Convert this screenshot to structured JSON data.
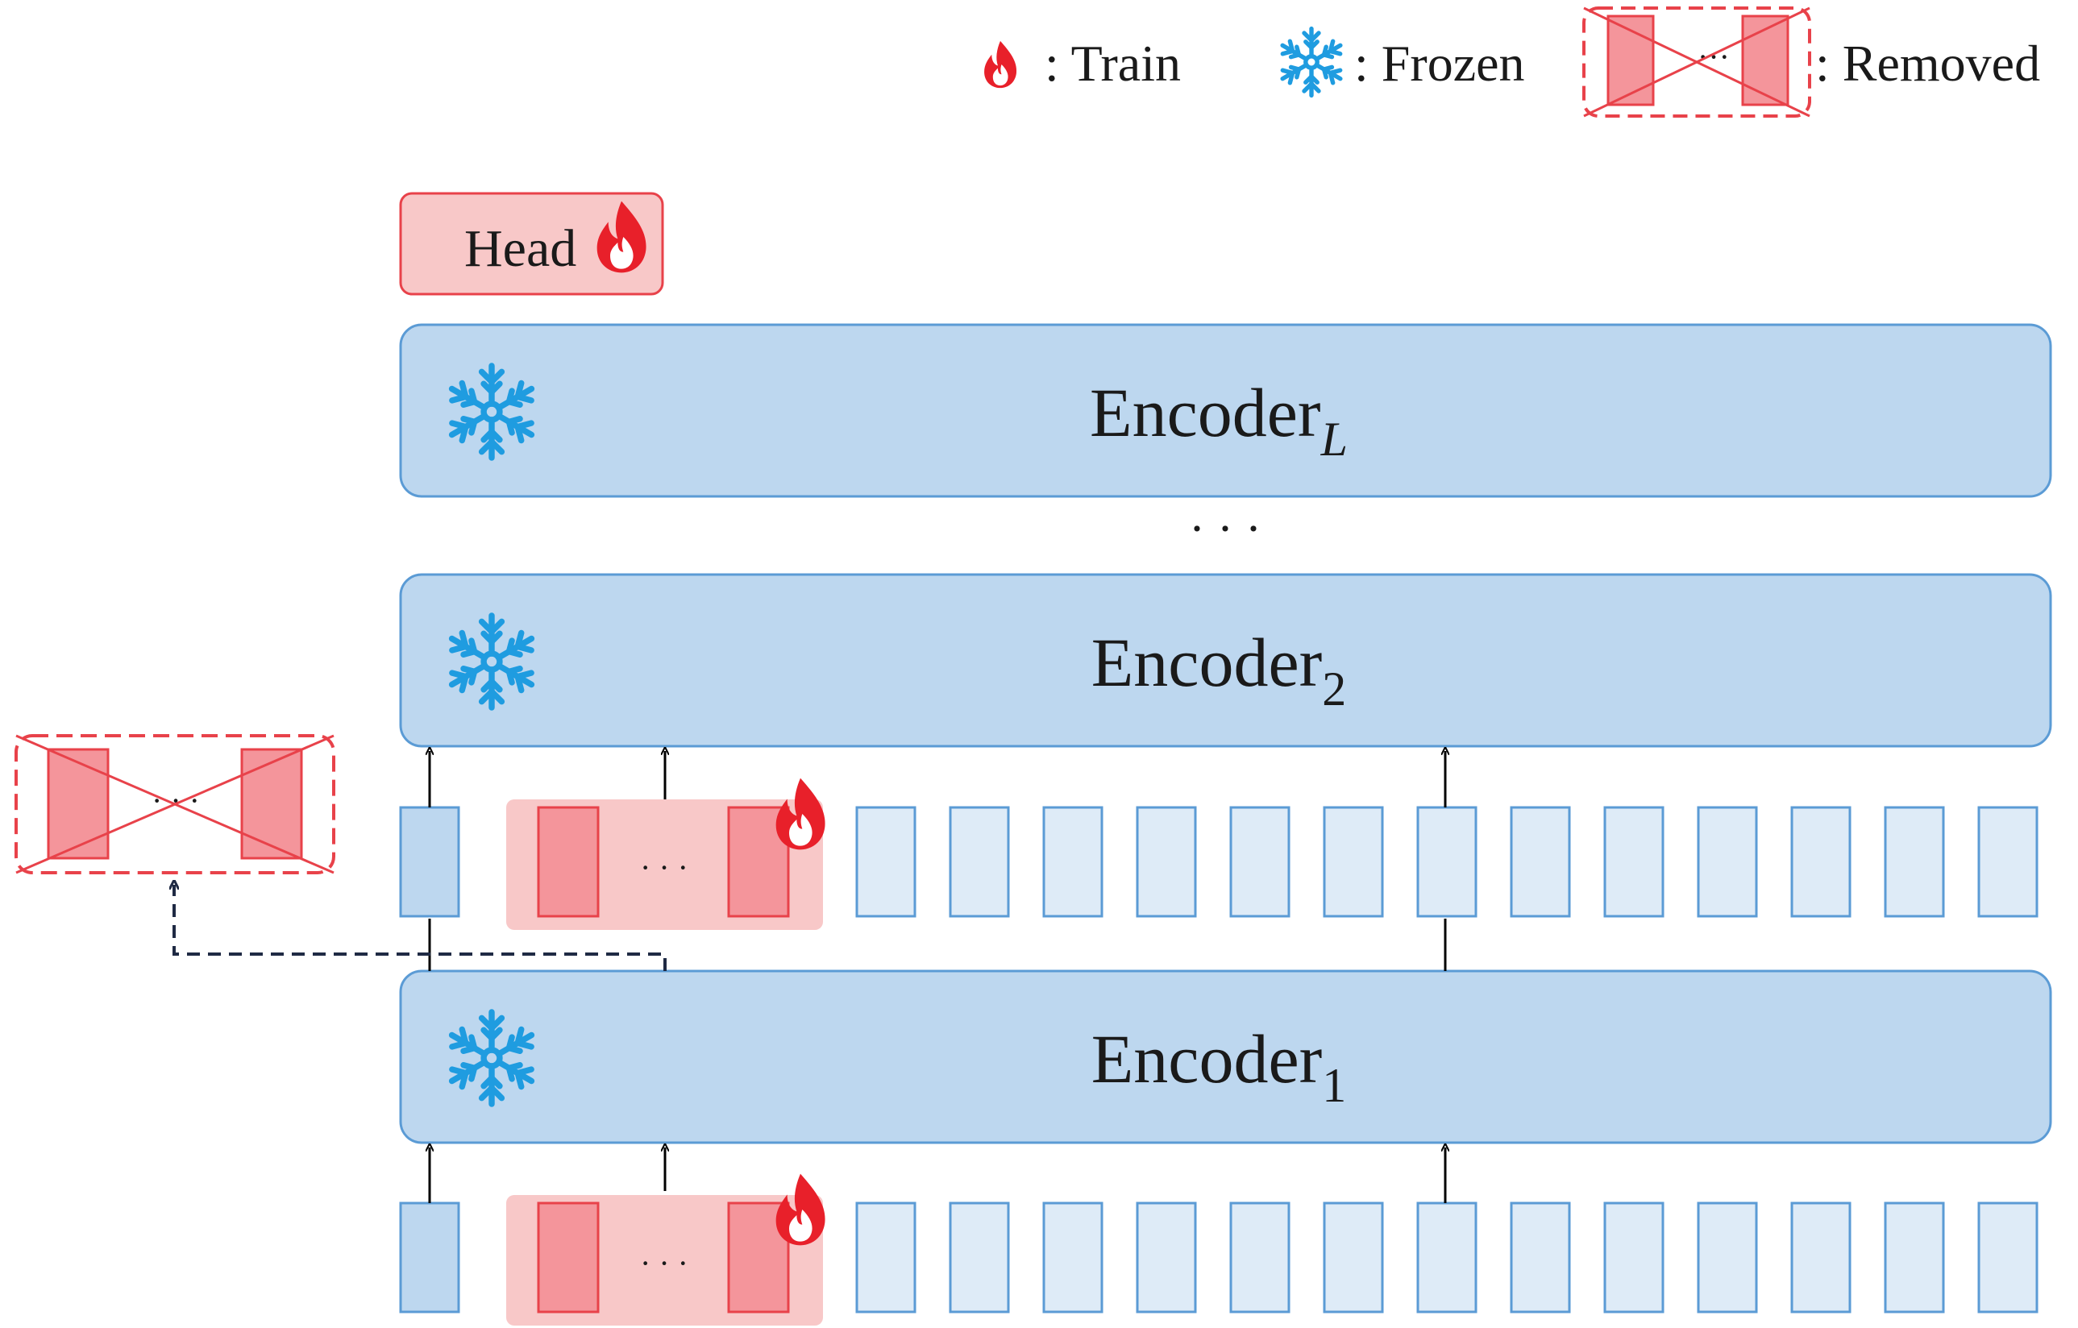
{
  "legend": {
    "train_label": ": Train",
    "frozen_label": ": Frozen",
    "removed_label": ": Removed",
    "removed_dots": "···"
  },
  "head": {
    "label": "Head",
    "icon": "flame-icon"
  },
  "encoders": {
    "top": {
      "base": "Encoder",
      "sub": "L",
      "icon": "snowflake-icon"
    },
    "ellipsis": "· · ·",
    "middle": {
      "base": "Encoder",
      "sub": "2",
      "icon": "snowflake-icon"
    },
    "bottom": {
      "base": "Encoder",
      "sub": "1",
      "icon": "snowflake-icon"
    }
  },
  "prompt_group_dots": "· · ·",
  "removed_group_dots": "· · ·",
  "colors": {
    "encoder_fill": "#bdd7ef",
    "encoder_stroke": "#5b9bd5",
    "token_fill": "#deebf7",
    "cls_fill": "#bdd7ef",
    "prompt_bg": "#f8c8c8",
    "prompt_token": "#f4959b",
    "removed_stroke": "#e8424a",
    "flame": "#e8202a",
    "snowflake": "#1f9ce0",
    "dashed_arrow": "#1f2a44"
  }
}
